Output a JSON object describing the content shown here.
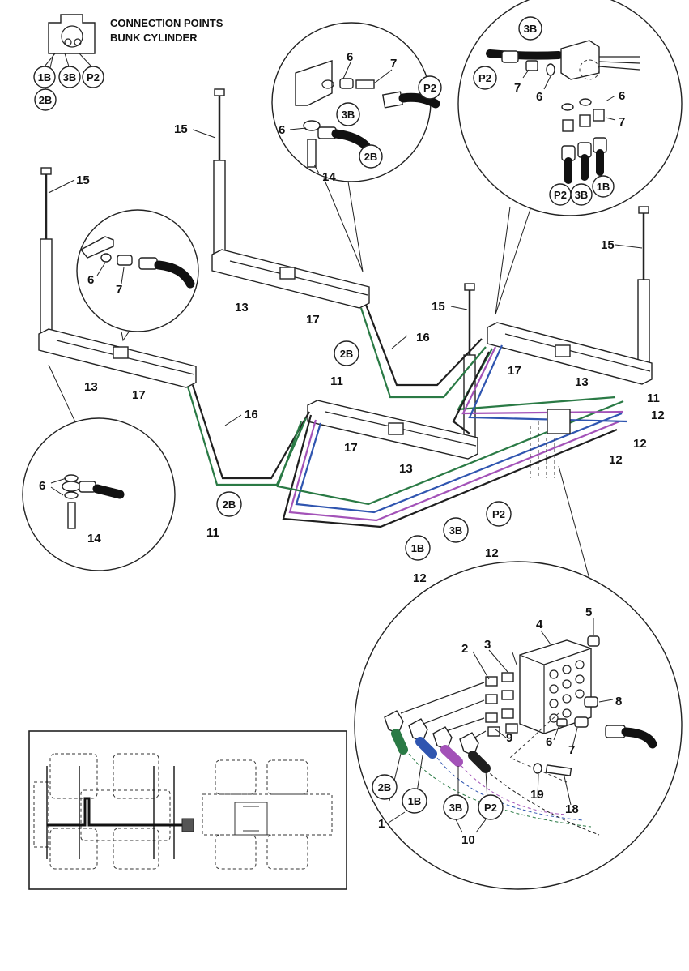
{
  "title_lines": [
    "CONNECTION POINTS",
    "BUNK CYLINDER"
  ],
  "hose_colors": {
    "1B": "#1f1f1f",
    "2B": "#2a7a45",
    "3B": "#2f55b0",
    "P2": "#a352b8"
  },
  "port_codes": {
    "c_1B": "1B",
    "c_2B": "2B",
    "c_3B": "3B",
    "c_P2": "P2"
  },
  "part_numbers": {
    "n1": "1",
    "n2": "2",
    "n3": "3",
    "n4": "4",
    "n5": "5",
    "n6": "6",
    "n7": "7",
    "n8": "8",
    "n9": "9",
    "n10": "10",
    "n11": "11",
    "n12": "12",
    "n13": "13",
    "n14": "14",
    "n15": "15",
    "n16": "16",
    "n17": "17",
    "n18": "18",
    "n19": "19"
  }
}
